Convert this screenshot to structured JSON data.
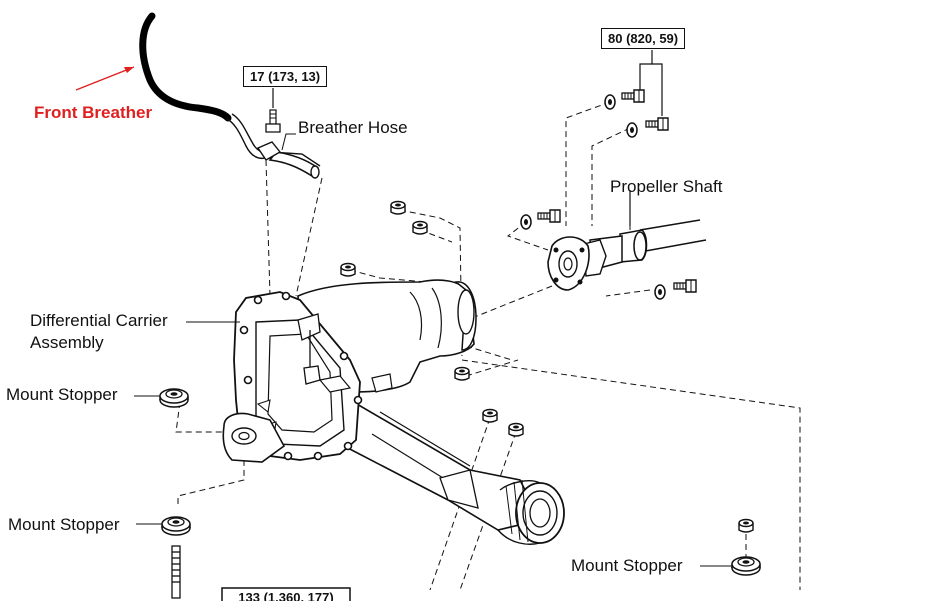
{
  "annotation": {
    "front_breather": "Front Breather",
    "color": "#e02020"
  },
  "torque_specs": {
    "breather_bolt": "17 (173, 13)",
    "propeller_bolts": "80 (820, 59)",
    "bottom_partial": "133 (1,360, 177)"
  },
  "labels": {
    "breather_hose": "Breather Hose",
    "propeller_shaft": "Propeller Shaft",
    "differential_carrier_line1": "Differential Carrier",
    "differential_carrier_line2": "Assembly",
    "mount_stopper_upper_left": "Mount Stopper",
    "mount_stopper_lower_left": "Mount Stopper",
    "mount_stopper_lower_right": "Mount Stopper"
  },
  "icons": [
    "bolt-icon",
    "nut-icon",
    "washer-icon",
    "mount-stopper-icon"
  ]
}
